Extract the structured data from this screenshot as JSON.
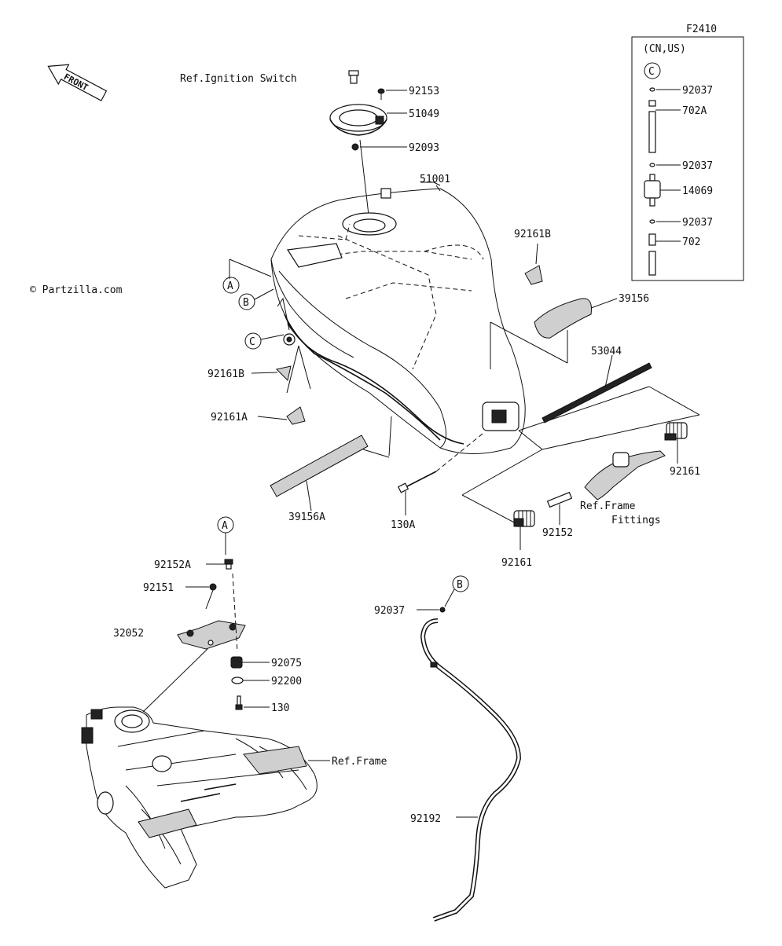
{
  "figure_code": "F2410",
  "inset": {
    "title": "(CN,US)",
    "marker": "C"
  },
  "front_label": "FRONT",
  "watermark": "© Partzilla.com",
  "refs": {
    "ignition": "Ref.Ignition Switch",
    "frame_fittings_1": "Ref.Frame",
    "frame_fittings_2": "Fittings",
    "frame": "Ref.Frame"
  },
  "markers": [
    "A",
    "B",
    "C"
  ],
  "parts": {
    "p92153": "92153",
    "p51049": "51049",
    "p92093": "92093",
    "p51001": "51001",
    "p92161B_top": "92161B",
    "p39156": "39156",
    "p53044": "53044",
    "p92161B_left": "92161B",
    "p92161A": "92161A",
    "p39156A": "39156A",
    "p130A": "130A",
    "p92161_right": "92161",
    "p92152": "92152",
    "p92161_bottom": "92161",
    "p92152A": "92152A",
    "p92151": "92151",
    "p32052": "32052",
    "p92075": "92075",
    "p92200": "92200",
    "p130": "130",
    "p92037": "92037",
    "p92192": "92192",
    "inset_92037_a": "92037",
    "inset_702A": "702A",
    "inset_92037_b": "92037",
    "inset_14069": "14069",
    "inset_92037_c": "92037",
    "inset_702": "702"
  }
}
